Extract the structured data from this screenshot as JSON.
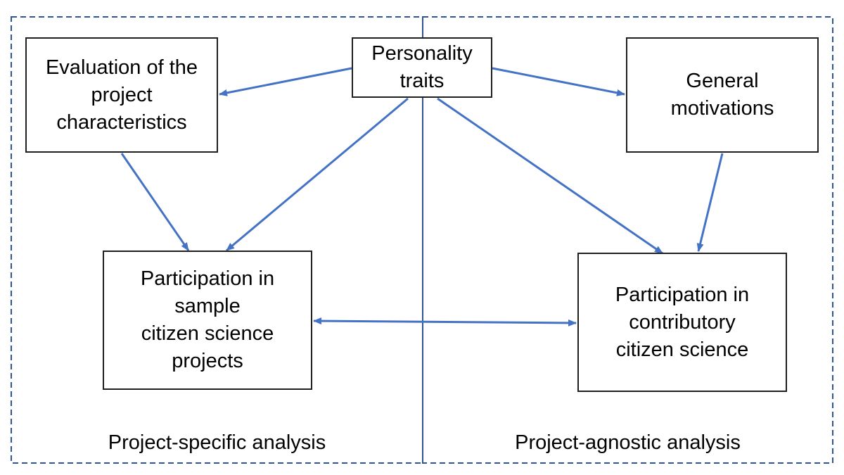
{
  "colors": {
    "arrow": "#4472c4",
    "frame": "#2f5597",
    "box_border": "#1f1f1f",
    "text": "#000000"
  },
  "nodes": {
    "evaluation": "Evaluation of the\nproject\ncharacteristics",
    "personality": "Personality\ntraits",
    "motivations": "General\nmotivations",
    "participation_sample": "Participation in\nsample\ncitizen science\nprojects",
    "participation_contributory": "Participation in\ncontributory\ncitizen science"
  },
  "regions": {
    "left_label": "Project-specific analysis",
    "right_label": "Project-agnostic analysis"
  },
  "edges": [
    {
      "from": "personality",
      "to": "evaluation"
    },
    {
      "from": "personality",
      "to": "motivations"
    },
    {
      "from": "personality",
      "to": "participation_sample"
    },
    {
      "from": "personality",
      "to": "participation_contributory"
    },
    {
      "from": "evaluation",
      "to": "participation_sample"
    },
    {
      "from": "motivations",
      "to": "participation_contributory"
    },
    {
      "from": "participation_sample",
      "to": "participation_contributory",
      "bidirectional": true
    }
  ]
}
